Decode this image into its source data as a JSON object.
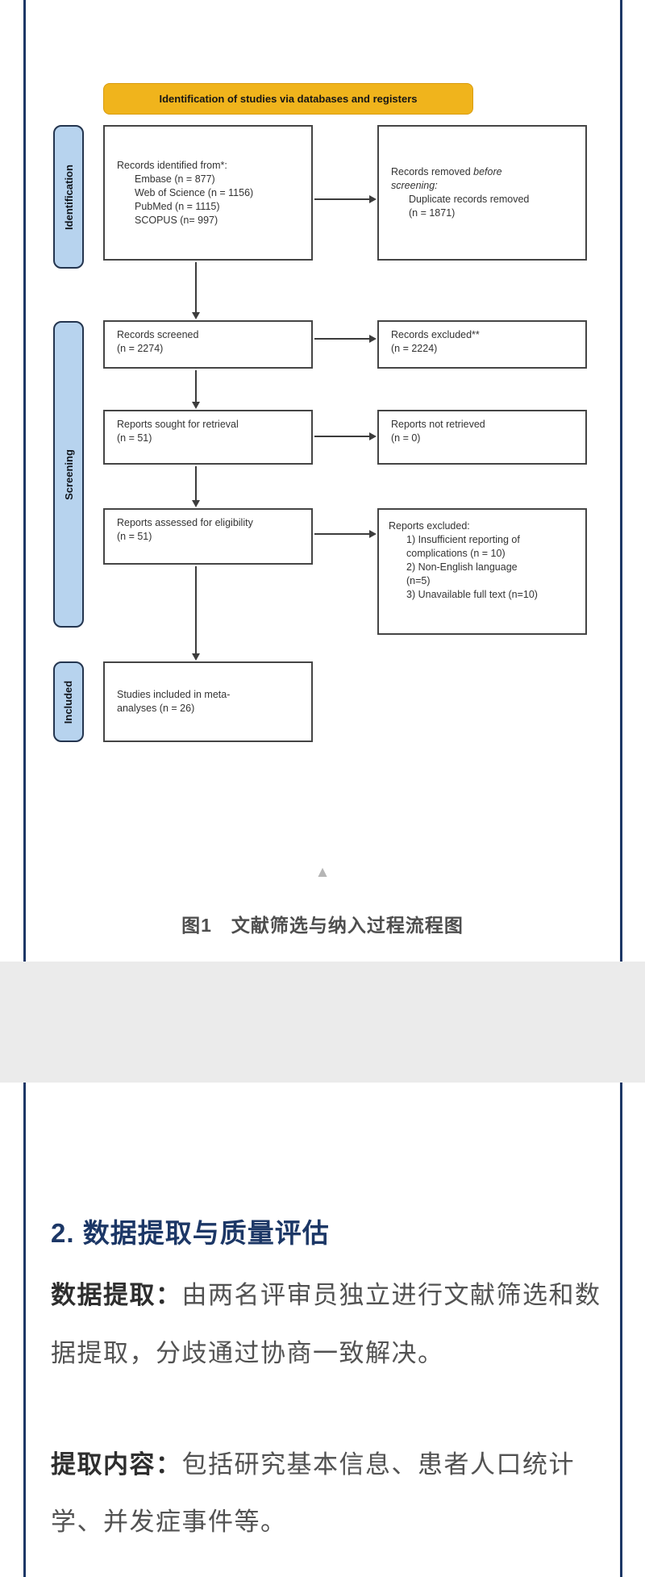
{
  "page": {
    "accent_color": "#1c3766",
    "band_color": "#ebebeb",
    "banner_color": "#f0b41c",
    "stage_fill_color": "#b7d3ee"
  },
  "prisma": {
    "banner": "Identification of studies via databases and registers",
    "stages": {
      "identification": "Identification",
      "screening": "Screening",
      "included": "Included"
    },
    "boxes": {
      "identified": {
        "title": "Records identified from*:",
        "items": [
          "Embase (n = 877)",
          "Web of Science (n = 1156)",
          "PubMed (n = 1115)",
          "SCOPUS (n= 997)"
        ]
      },
      "removed": {
        "line1_normal": "Records removed ",
        "line1_italic": "before",
        "line2_italic": "screening:",
        "items": [
          "Duplicate records removed",
          "(n = 1871)"
        ]
      },
      "screened": {
        "line1": "Records screened",
        "line2": "(n = 2274)"
      },
      "excluded": {
        "line1": "Records excluded**",
        "line2": "(n = 2224)"
      },
      "sought": {
        "line1": "Reports sought for retrieval",
        "line2": "(n = 51)"
      },
      "not_retrieved": {
        "line1": "Reports not retrieved",
        "line2": "(n = 0)"
      },
      "assessed": {
        "line1": "Reports assessed for eligibility",
        "line2": "(n = 51)"
      },
      "reports_excluded": {
        "title": "Reports excluded:",
        "items": [
          "1) Insufficient reporting of",
          "complications (n = 10)",
          "2) Non-English language",
          "(n=5)",
          "3) Unavailable full text (n=10)"
        ]
      },
      "included_box": {
        "line1": "Studies included in meta-",
        "line2": "analyses (n = 26)"
      }
    }
  },
  "figure": {
    "collapse_icon": "▲",
    "caption": "图1　文献筛选与纳入过程流程图"
  },
  "article": {
    "heading": "2. 数据提取与质量评估",
    "para1": {
      "label": "数据提取：",
      "line1": "由两名评审员独立进行文献筛选和数",
      "line2": "据提取，分歧通过协商一致解决。"
    },
    "para2": {
      "label": "提取内容：",
      "line1": "包括研究基本信息、患者人口统计",
      "line2": "学、并发症事件等。"
    }
  }
}
